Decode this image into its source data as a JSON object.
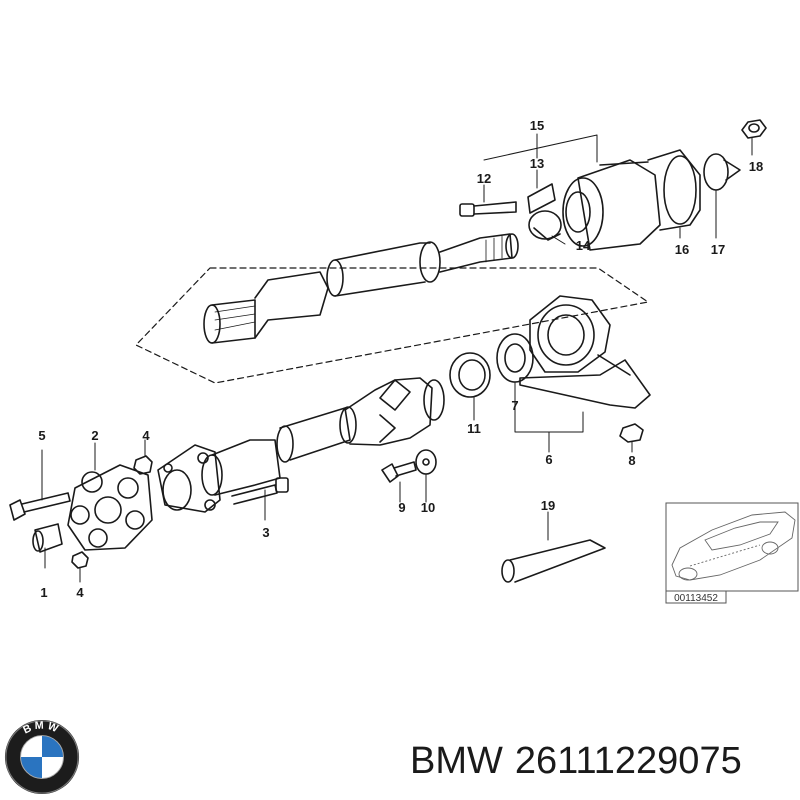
{
  "diagram": {
    "part_labels": [
      "1",
      "2",
      "3",
      "4",
      "4",
      "5",
      "6",
      "7",
      "8",
      "9",
      "10",
      "11",
      "12",
      "13",
      "14",
      "15",
      "16",
      "17",
      "18",
      "19"
    ],
    "reference_code": "00113452"
  },
  "footer": {
    "brand": "BMW",
    "part_number": "26111229075"
  },
  "logo": {
    "lettering": "BMW",
    "colors": {
      "ring": "#1c1c1c",
      "blue": "#2a74c0",
      "white": "#ffffff"
    }
  }
}
